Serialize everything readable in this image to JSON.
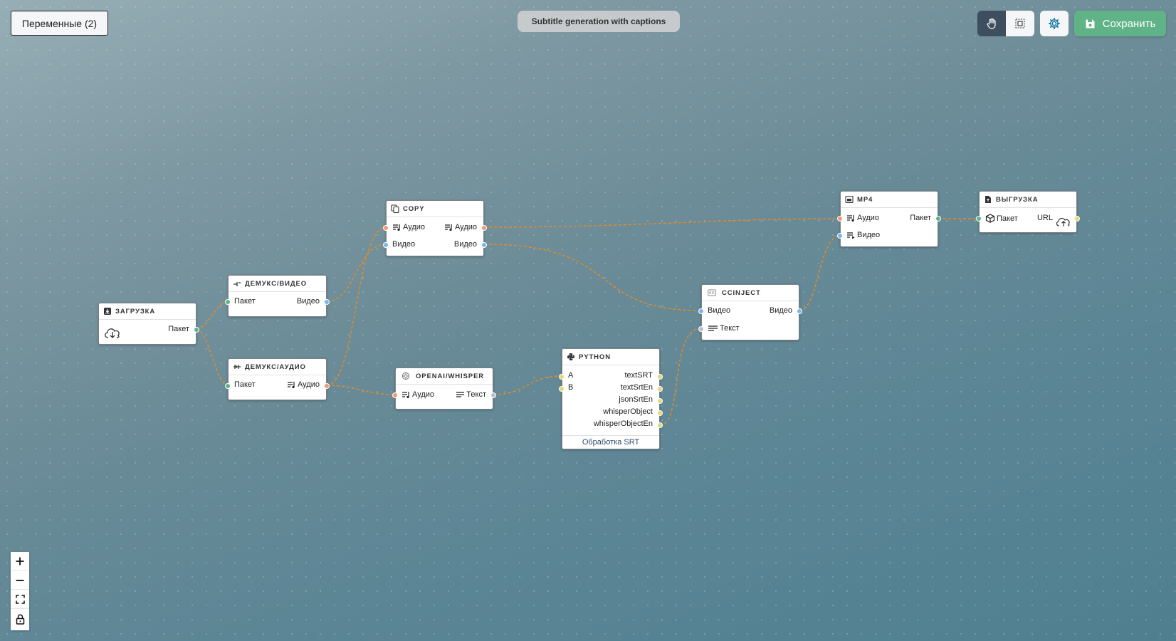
{
  "toolbar": {
    "variables_label": "Переменные (2)",
    "pipeline_title": "Subtitle generation with captions",
    "save_label": "Сохранить",
    "hand_tool_icon": "hand-icon",
    "select_tool_icon": "selection-icon",
    "settings_icon": "gear-icon",
    "save_icon": "floppy-disk-icon"
  },
  "colors": {
    "audio_handle": "#f29878",
    "video_handle": "#7ab7e8",
    "packet_handle": "#5fb386",
    "text_handle": "#b8bfc5",
    "python_handle": "#e8d67a",
    "edge": "#f08a1c",
    "save_button": "#5fb386",
    "active_tool": "#3d4e5e"
  },
  "nodes": {
    "load": {
      "title": "Загрузка",
      "icon": "download-box-icon",
      "body_icon": "cloud-download-icon",
      "out_packet": "Пакет"
    },
    "demux_video": {
      "title": "Демукс/видео",
      "icon": "demux-video-icon",
      "in_packet": "Пакет",
      "out_video": "Видео"
    },
    "demux_audio": {
      "title": "Демукс/аудио",
      "icon": "demux-audio-icon",
      "in_packet": "Пакет",
      "out_audio": "Аудио"
    },
    "copy": {
      "title": "COPY",
      "icon": "copy-icon",
      "in_audio": "Аудио",
      "in_video": "Видео",
      "out_audio": "Аудио",
      "out_video": "Видео"
    },
    "whisper": {
      "title": "openai/whisper",
      "icon": "openai-icon",
      "in_audio": "Аудио",
      "out_text": "Текст"
    },
    "python": {
      "title": "PYTHON",
      "icon": "python-icon",
      "in_a": "A",
      "in_b": "B",
      "out_1": "textSRT",
      "out_2": "textSrtEn",
      "out_3": "jsonSrtEn",
      "out_4": "whisperObject",
      "out_5": "whisperObjectEn",
      "footer": "Обработка SRT"
    },
    "ccinject": {
      "title": "CCINJECT",
      "icon": "closed-caption-icon",
      "in_video": "Видео",
      "in_text": "Текст",
      "out_video": "Видео"
    },
    "mp4": {
      "title": "MP4",
      "icon": "mp4-file-icon",
      "in_audio": "Аудио",
      "in_video": "Видео",
      "out_packet": "Пакет"
    },
    "upload": {
      "title": "Выгрузка",
      "icon": "upload-file-icon",
      "body_icon": "cloud-upload-icon",
      "in_packet": "Пакет",
      "out_url": "URL"
    }
  },
  "zoom_controls": {
    "zoom_in_icon": "plus-icon",
    "zoom_out_icon": "minus-icon",
    "fit_view_icon": "fit-view-icon",
    "lock_icon": "lock-icon"
  }
}
